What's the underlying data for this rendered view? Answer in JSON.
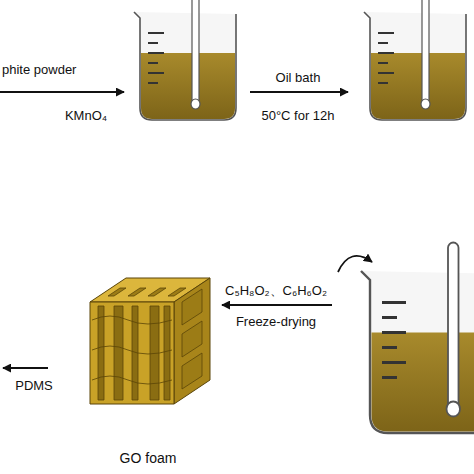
{
  "diagram": {
    "nodes": [
      {
        "text": [
          "GO foam"
        ]
      }
    ],
    "labels": [
      "phite powder",
      "KMnO₄",
      "Oil bath",
      "50°C for 12h",
      "C₅H₈O₂、C₆H₆O₂",
      "Freeze-drying",
      "PDMS"
    ]
  }
}
